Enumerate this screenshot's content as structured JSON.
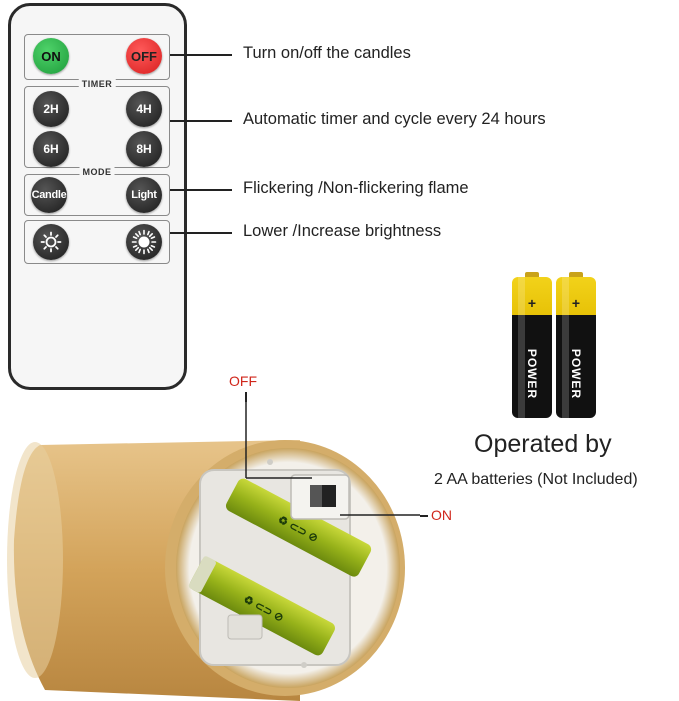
{
  "remote": {
    "on_label": "ON",
    "off_label": "OFF",
    "timer_label": "TIMER",
    "timer_buttons": [
      "2H",
      "4H",
      "6H",
      "8H"
    ],
    "mode_label": "MODE",
    "candle_label": "Candle",
    "light_label": "Light",
    "icons": [
      "brightness-low-icon",
      "brightness-high-icon"
    ]
  },
  "callouts": {
    "on_off": "Turn on/off the candles",
    "timer": "Automatic timer and cycle every 24 hours",
    "mode": "Flickering /Non-flickering flame",
    "brightness": "Lower /Increase brightness"
  },
  "batteries": {
    "brand": "POWER",
    "headline": "Operated by",
    "note": "2 AA batteries (Not Included)"
  },
  "switch": {
    "off_label": "OFF",
    "on_label": "ON"
  },
  "colors": {
    "on_button": "#1d9b3a",
    "off_button": "#d71e1e",
    "switch_label": "#d0261b",
    "battery_yellow": "#f2d21a",
    "candle_gold": "#d9a85a"
  }
}
